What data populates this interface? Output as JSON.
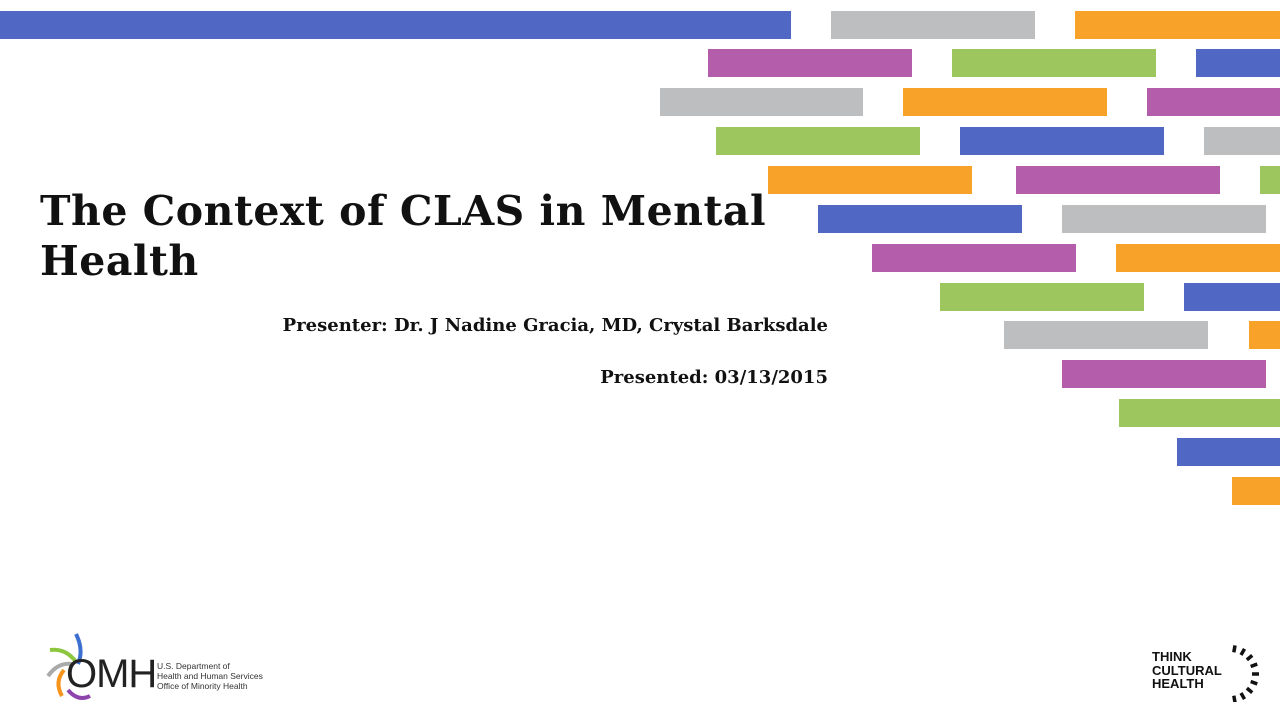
{
  "slide": {
    "title": "The Context of CLAS in Mental Health",
    "presenter": "Presenter: Dr. J Nadine Gracia, MD, Crystal Barksdale",
    "presented": "Presented: 03/13/2015"
  },
  "logos": {
    "omh": {
      "wordmark": "OMH",
      "lines": [
        "U.S. Department of",
        "Health and Human Services",
        "Office of Minority Health"
      ]
    },
    "think_cultural_health": {
      "lines": [
        "THINK",
        "CULTURAL",
        "HEALTH"
      ]
    }
  },
  "colors": {
    "blue": "#5068C4",
    "gray": "#BDBEC0",
    "orange": "#F9A22A",
    "purple": "#B45DAA",
    "green": "#9DC65F"
  }
}
